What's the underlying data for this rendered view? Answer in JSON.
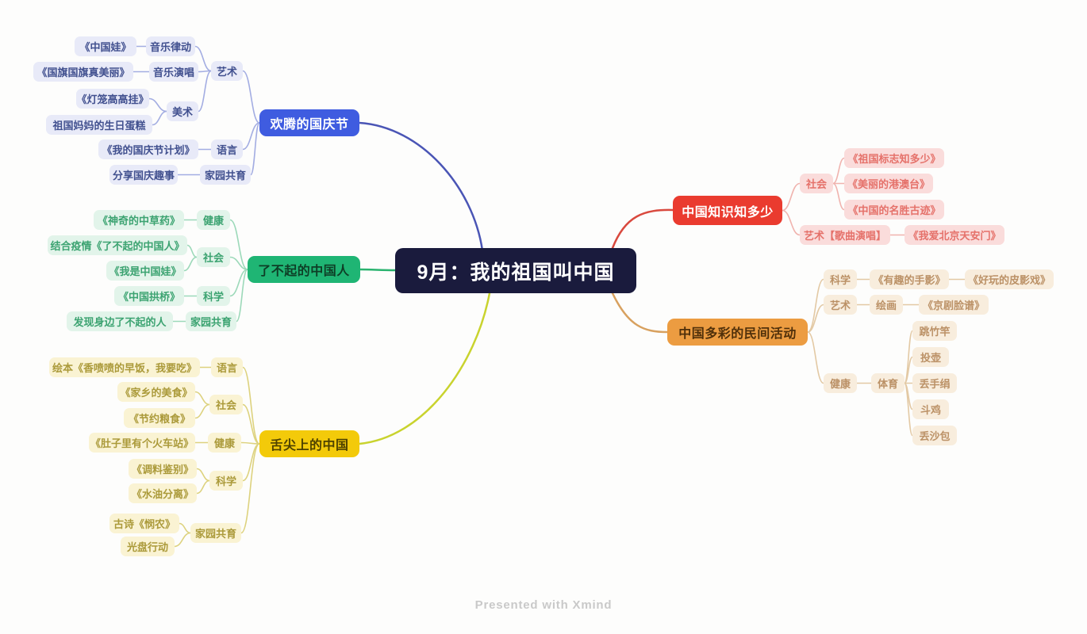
{
  "canvas": {
    "background": "#fdfdfc"
  },
  "watermark": {
    "text": "Presented with Xmind",
    "color": "#c9c9c9"
  },
  "central_topic": {
    "name": "central",
    "label": "9月：我的祖国叫中国",
    "colors": {
      "bg": "#1a1b3d",
      "text": "#ffffff"
    }
  },
  "branches": [
    {
      "name": "festive-national-day",
      "label": "欢腾的国庆节",
      "side": "left",
      "colors": {
        "main_bg": "#3f5ce0",
        "main_text": "#ffffff",
        "sub_bg": "#e8eaf8",
        "sub_text": "#41508f",
        "line": "#a3ade2",
        "trunk": "#4a55b5"
      },
      "children": [
        {
          "name": "art",
          "label": "艺术",
          "children": [
            {
              "name": "music-rhythm",
              "label": "音乐律动",
              "children": [
                {
                  "name": "china-doll-song",
                  "label": "《中国娃》",
                  "children": []
                }
              ]
            },
            {
              "name": "music-singing",
              "label": "音乐演唱",
              "children": [
                {
                  "name": "flag-song",
                  "label": "《国旗国旗真美丽》",
                  "children": []
                }
              ]
            },
            {
              "name": "fine-art",
              "label": "美术",
              "children": [
                {
                  "name": "lantern-book",
                  "label": "《灯笼高高挂》",
                  "children": []
                },
                {
                  "name": "birthday-cake",
                  "label": "祖国妈妈的生日蛋糕",
                  "children": []
                }
              ]
            }
          ]
        },
        {
          "name": "language-1",
          "label": "语言",
          "children": [
            {
              "name": "national-day-plan",
              "label": "《我的国庆节计划》",
              "children": []
            }
          ]
        },
        {
          "name": "home-coop-1",
          "label": "家园共育",
          "children": [
            {
              "name": "share-stories",
              "label": "分享国庆趣事",
              "children": []
            }
          ]
        }
      ]
    },
    {
      "name": "great-chinese-people",
      "label": "了不起的中国人",
      "side": "left",
      "colors": {
        "main_bg": "#1fb574",
        "main_text": "#0e3e26",
        "sub_bg": "#e2f4ea",
        "sub_text": "#3ca371",
        "line": "#9cd9b9",
        "trunk": "#2ab36f"
      },
      "children": [
        {
          "name": "health-2",
          "label": "健康",
          "children": [
            {
              "name": "magical-herbs",
              "label": "《神奇的中草药》",
              "children": []
            }
          ]
        },
        {
          "name": "society-2",
          "label": "社会",
          "children": [
            {
              "name": "pandemic-great-chinese",
              "label": "结合疫情《了不起的中国人》",
              "children": []
            },
            {
              "name": "i-am-china-doll",
              "label": "《我是中国娃》",
              "children": []
            }
          ]
        },
        {
          "name": "science-2",
          "label": "科学",
          "children": [
            {
              "name": "china-arch-bridge",
              "label": "《中国拱桥》",
              "children": []
            }
          ]
        },
        {
          "name": "home-coop-2",
          "label": "家园共育",
          "children": [
            {
              "name": "find-great-people",
              "label": "发现身边了不起的人",
              "children": []
            }
          ]
        }
      ]
    },
    {
      "name": "china-on-tongue",
      "label": "舌尖上的中国",
      "side": "left",
      "colors": {
        "main_bg": "#f3ca0a",
        "main_text": "#4e4200",
        "sub_bg": "#faf3d3",
        "sub_text": "#ab9a3a",
        "line": "#ddd27e",
        "trunk": "#c9d32e"
      },
      "children": [
        {
          "name": "language-3",
          "label": "语言",
          "children": [
            {
              "name": "yummy-breakfast-book",
              "label": "绘本《香喷喷的早饭，我要吃》",
              "children": []
            }
          ]
        },
        {
          "name": "society-3",
          "label": "社会",
          "children": [
            {
              "name": "hometown-food",
              "label": "《家乡的美食》",
              "children": []
            },
            {
              "name": "save-food",
              "label": "《节约粮食》",
              "children": []
            }
          ]
        },
        {
          "name": "health-3",
          "label": "健康",
          "children": [
            {
              "name": "train-station-in-belly",
              "label": "《肚子里有个火车站》",
              "children": []
            }
          ]
        },
        {
          "name": "science-3",
          "label": "科学",
          "children": [
            {
              "name": "seasoning-identify",
              "label": "《调料鉴别》",
              "children": []
            },
            {
              "name": "water-oil-separation",
              "label": "《水油分离》",
              "children": []
            }
          ]
        },
        {
          "name": "home-coop-3",
          "label": "家园共育",
          "children": [
            {
              "name": "poem-minnong",
              "label": "古诗《悯农》",
              "children": []
            },
            {
              "name": "clear-plate-action",
              "label": "光盘行动",
              "children": []
            }
          ]
        }
      ]
    },
    {
      "name": "china-knowledge-quiz",
      "label": "中国知识知多少",
      "side": "right",
      "colors": {
        "main_bg": "#ea3b2f",
        "main_text": "#ffffff",
        "sub_bg": "#fadcdb",
        "sub_text": "#e5716a",
        "line": "#f0b3ae",
        "trunk": "#d9493e"
      },
      "children": [
        {
          "name": "society-4",
          "label": "社会",
          "children": [
            {
              "name": "national-symbols",
              "label": "《祖国标志知多少》",
              "children": []
            },
            {
              "name": "hk-macao-taiwan",
              "label": "《美丽的港澳台》",
              "children": []
            },
            {
              "name": "famous-attractions",
              "label": "《中国的名胜古迹》",
              "children": []
            }
          ]
        },
        {
          "name": "art-song-singing",
          "label": "艺术【歌曲演唱】",
          "children": [
            {
              "name": "i-love-tiananmen",
              "label": "《我爱北京天安门》",
              "children": []
            }
          ]
        }
      ]
    },
    {
      "name": "china-folk-activities",
      "label": "中国多彩的民间活动",
      "side": "right",
      "colors": {
        "main_bg": "#ec9c41",
        "main_text": "#50300a",
        "sub_bg": "#f8eddd",
        "sub_text": "#bb9166",
        "line": "#e3c9a4",
        "trunk": "#d8a15f"
      },
      "children": [
        {
          "name": "science-5",
          "label": "科学",
          "children": [
            {
              "name": "hand-shadow",
              "label": "《有趣的手影》",
              "children": [
                {
                  "name": "shadow-puppetry",
                  "label": "《好玩的皮影戏》",
                  "children": []
                }
              ]
            }
          ]
        },
        {
          "name": "art-5",
          "label": "艺术",
          "children": [
            {
              "name": "painting",
              "label": "绘画",
              "children": [
                {
                  "name": "peking-opera-masks",
                  "label": "《京剧脸谱》",
                  "children": []
                }
              ]
            }
          ]
        },
        {
          "name": "health-5",
          "label": "健康",
          "children": [
            {
              "name": "sports",
              "label": "体育",
              "children": [
                {
                  "name": "bamboo-pole-jumping",
                  "label": "跳竹竿",
                  "children": []
                },
                {
                  "name": "pitch-pot",
                  "label": "投壶",
                  "children": []
                },
                {
                  "name": "drop-handkerchief",
                  "label": "丢手绢",
                  "children": []
                },
                {
                  "name": "cockfighting-game",
                  "label": "斗鸡",
                  "children": []
                },
                {
                  "name": "sandbag-toss",
                  "label": "丢沙包",
                  "children": []
                }
              ]
            }
          ]
        }
      ]
    }
  ]
}
